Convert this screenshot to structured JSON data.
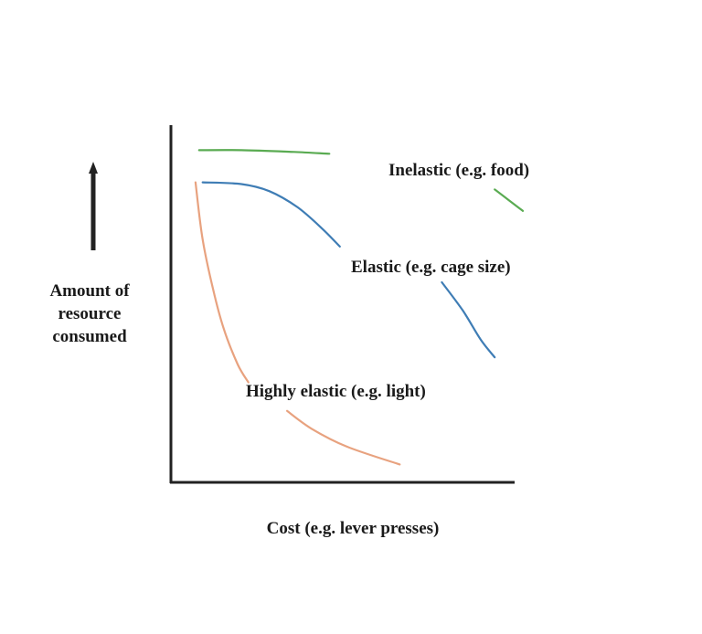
{
  "chart_data": {
    "type": "line",
    "title": "",
    "xlabel": "Cost (e.g. lever presses)",
    "ylabel": [
      "Amount of",
      "resource",
      "consumed"
    ],
    "x_ticks": false,
    "y_ticks": false,
    "grid": false,
    "xlim": [
      0,
      100
    ],
    "ylim": [
      0,
      100
    ],
    "series": [
      {
        "name": "Inelastic (e.g. food)",
        "color": "#5aab52",
        "segments": [
          [
            [
              8,
              93
            ],
            [
              20,
              93
            ],
            [
              35,
              92.5
            ],
            [
              45,
              92
            ]
          ],
          [
            [
              92,
              82
            ],
            [
              96,
              79
            ],
            [
              100,
              76
            ]
          ]
        ]
      },
      {
        "name": "Elastic (e.g. cage size)",
        "color": "#3f7db5",
        "segments": [
          [
            [
              9,
              84
            ],
            [
              20,
              83.5
            ],
            [
              28,
              81.5
            ],
            [
              36,
              77
            ],
            [
              43,
              71
            ],
            [
              48,
              66
            ]
          ],
          [
            [
              77,
              56
            ],
            [
              83,
              48
            ],
            [
              88,
              40
            ],
            [
              92,
              35
            ]
          ]
        ]
      },
      {
        "name": "Highly elastic (e.g. light)",
        "color": "#e8a27f",
        "segments": [
          [
            [
              7,
              84
            ],
            [
              9,
              68
            ],
            [
              12,
              54
            ],
            [
              15,
              43
            ],
            [
              19,
              33
            ],
            [
              22,
              28
            ]
          ],
          [
            [
              33,
              20
            ],
            [
              40,
              15
            ],
            [
              50,
              10
            ],
            [
              65,
              5
            ]
          ]
        ]
      }
    ]
  }
}
